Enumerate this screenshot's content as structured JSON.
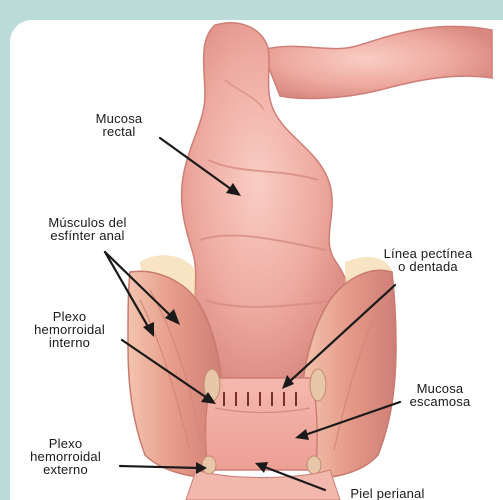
{
  "background": {
    "outer": "#bcdcd9",
    "card": "#ffffff"
  },
  "colors": {
    "tissue": "#eea9a0",
    "tissue_light": "#f8c9c0",
    "tissue_dark": "#cf7e76",
    "muscle": "#e59a88",
    "arrow": "#1a1a1a"
  },
  "labels": {
    "mucosa_rectal": [
      "Mucosa",
      "rectal"
    ],
    "musculos": [
      "Músculos del",
      "esfínter anal"
    ],
    "linea": [
      "Línea pectínea",
      "o dentada"
    ],
    "plexo_interno": [
      "Plexo",
      "hemorroidal",
      "interno"
    ],
    "mucosa_escamosa": [
      "Mucosa",
      "escamosa"
    ],
    "plexo_externo": [
      "Plexo",
      "hemorroidal",
      "externo"
    ],
    "piel_perianal": "Piel perianal"
  }
}
